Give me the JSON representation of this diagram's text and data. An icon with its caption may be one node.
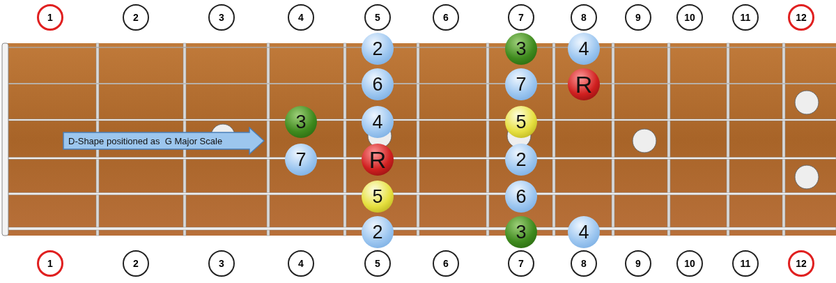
{
  "diagram": {
    "nodes": [
      {
        "text": [
          "1"
        ]
      },
      {
        "text": [
          "2"
        ]
      },
      {
        "text": [
          "3"
        ]
      },
      {
        "text": [
          "4"
        ]
      },
      {
        "text": [
          "5"
        ]
      },
      {
        "text": [
          "6"
        ]
      },
      {
        "text": [
          "7"
        ]
      },
      {
        "text": [
          "8"
        ]
      },
      {
        "text": [
          "9"
        ]
      },
      {
        "text": [
          "10"
        ]
      },
      {
        "text": [
          "11"
        ]
      },
      {
        "text": [
          "12"
        ]
      },
      {
        "text": [
          "2"
        ]
      },
      {
        "text": [
          "3"
        ]
      },
      {
        "text": [
          "4"
        ]
      },
      {
        "text": [
          "6"
        ]
      },
      {
        "text": [
          "7"
        ]
      },
      {
        "text": [
          "R"
        ]
      },
      {
        "text": [
          "3"
        ]
      },
      {
        "text": [
          "4"
        ]
      },
      {
        "text": [
          "5"
        ]
      },
      {
        "text": [
          "D-Shape positioned as  G Major Scale"
        ]
      },
      {
        "text": [
          "7"
        ]
      },
      {
        "text": [
          "R"
        ]
      },
      {
        "text": [
          "2"
        ]
      },
      {
        "text": [
          "5"
        ]
      },
      {
        "text": [
          "6"
        ]
      },
      {
        "text": [
          "2"
        ]
      },
      {
        "text": [
          "3"
        ]
      },
      {
        "text": [
          "4"
        ]
      },
      {
        "text": [
          "1"
        ]
      },
      {
        "text": [
          "2"
        ]
      },
      {
        "text": [
          "3"
        ]
      },
      {
        "text": [
          "4"
        ]
      },
      {
        "text": [
          "5"
        ]
      },
      {
        "text": [
          "6"
        ]
      },
      {
        "text": [
          "7"
        ]
      },
      {
        "text": [
          "8"
        ]
      },
      {
        "text": [
          "9"
        ]
      },
      {
        "text": [
          "10"
        ]
      },
      {
        "text": [
          "11"
        ]
      },
      {
        "text": [
          "12"
        ]
      }
    ]
  }
}
